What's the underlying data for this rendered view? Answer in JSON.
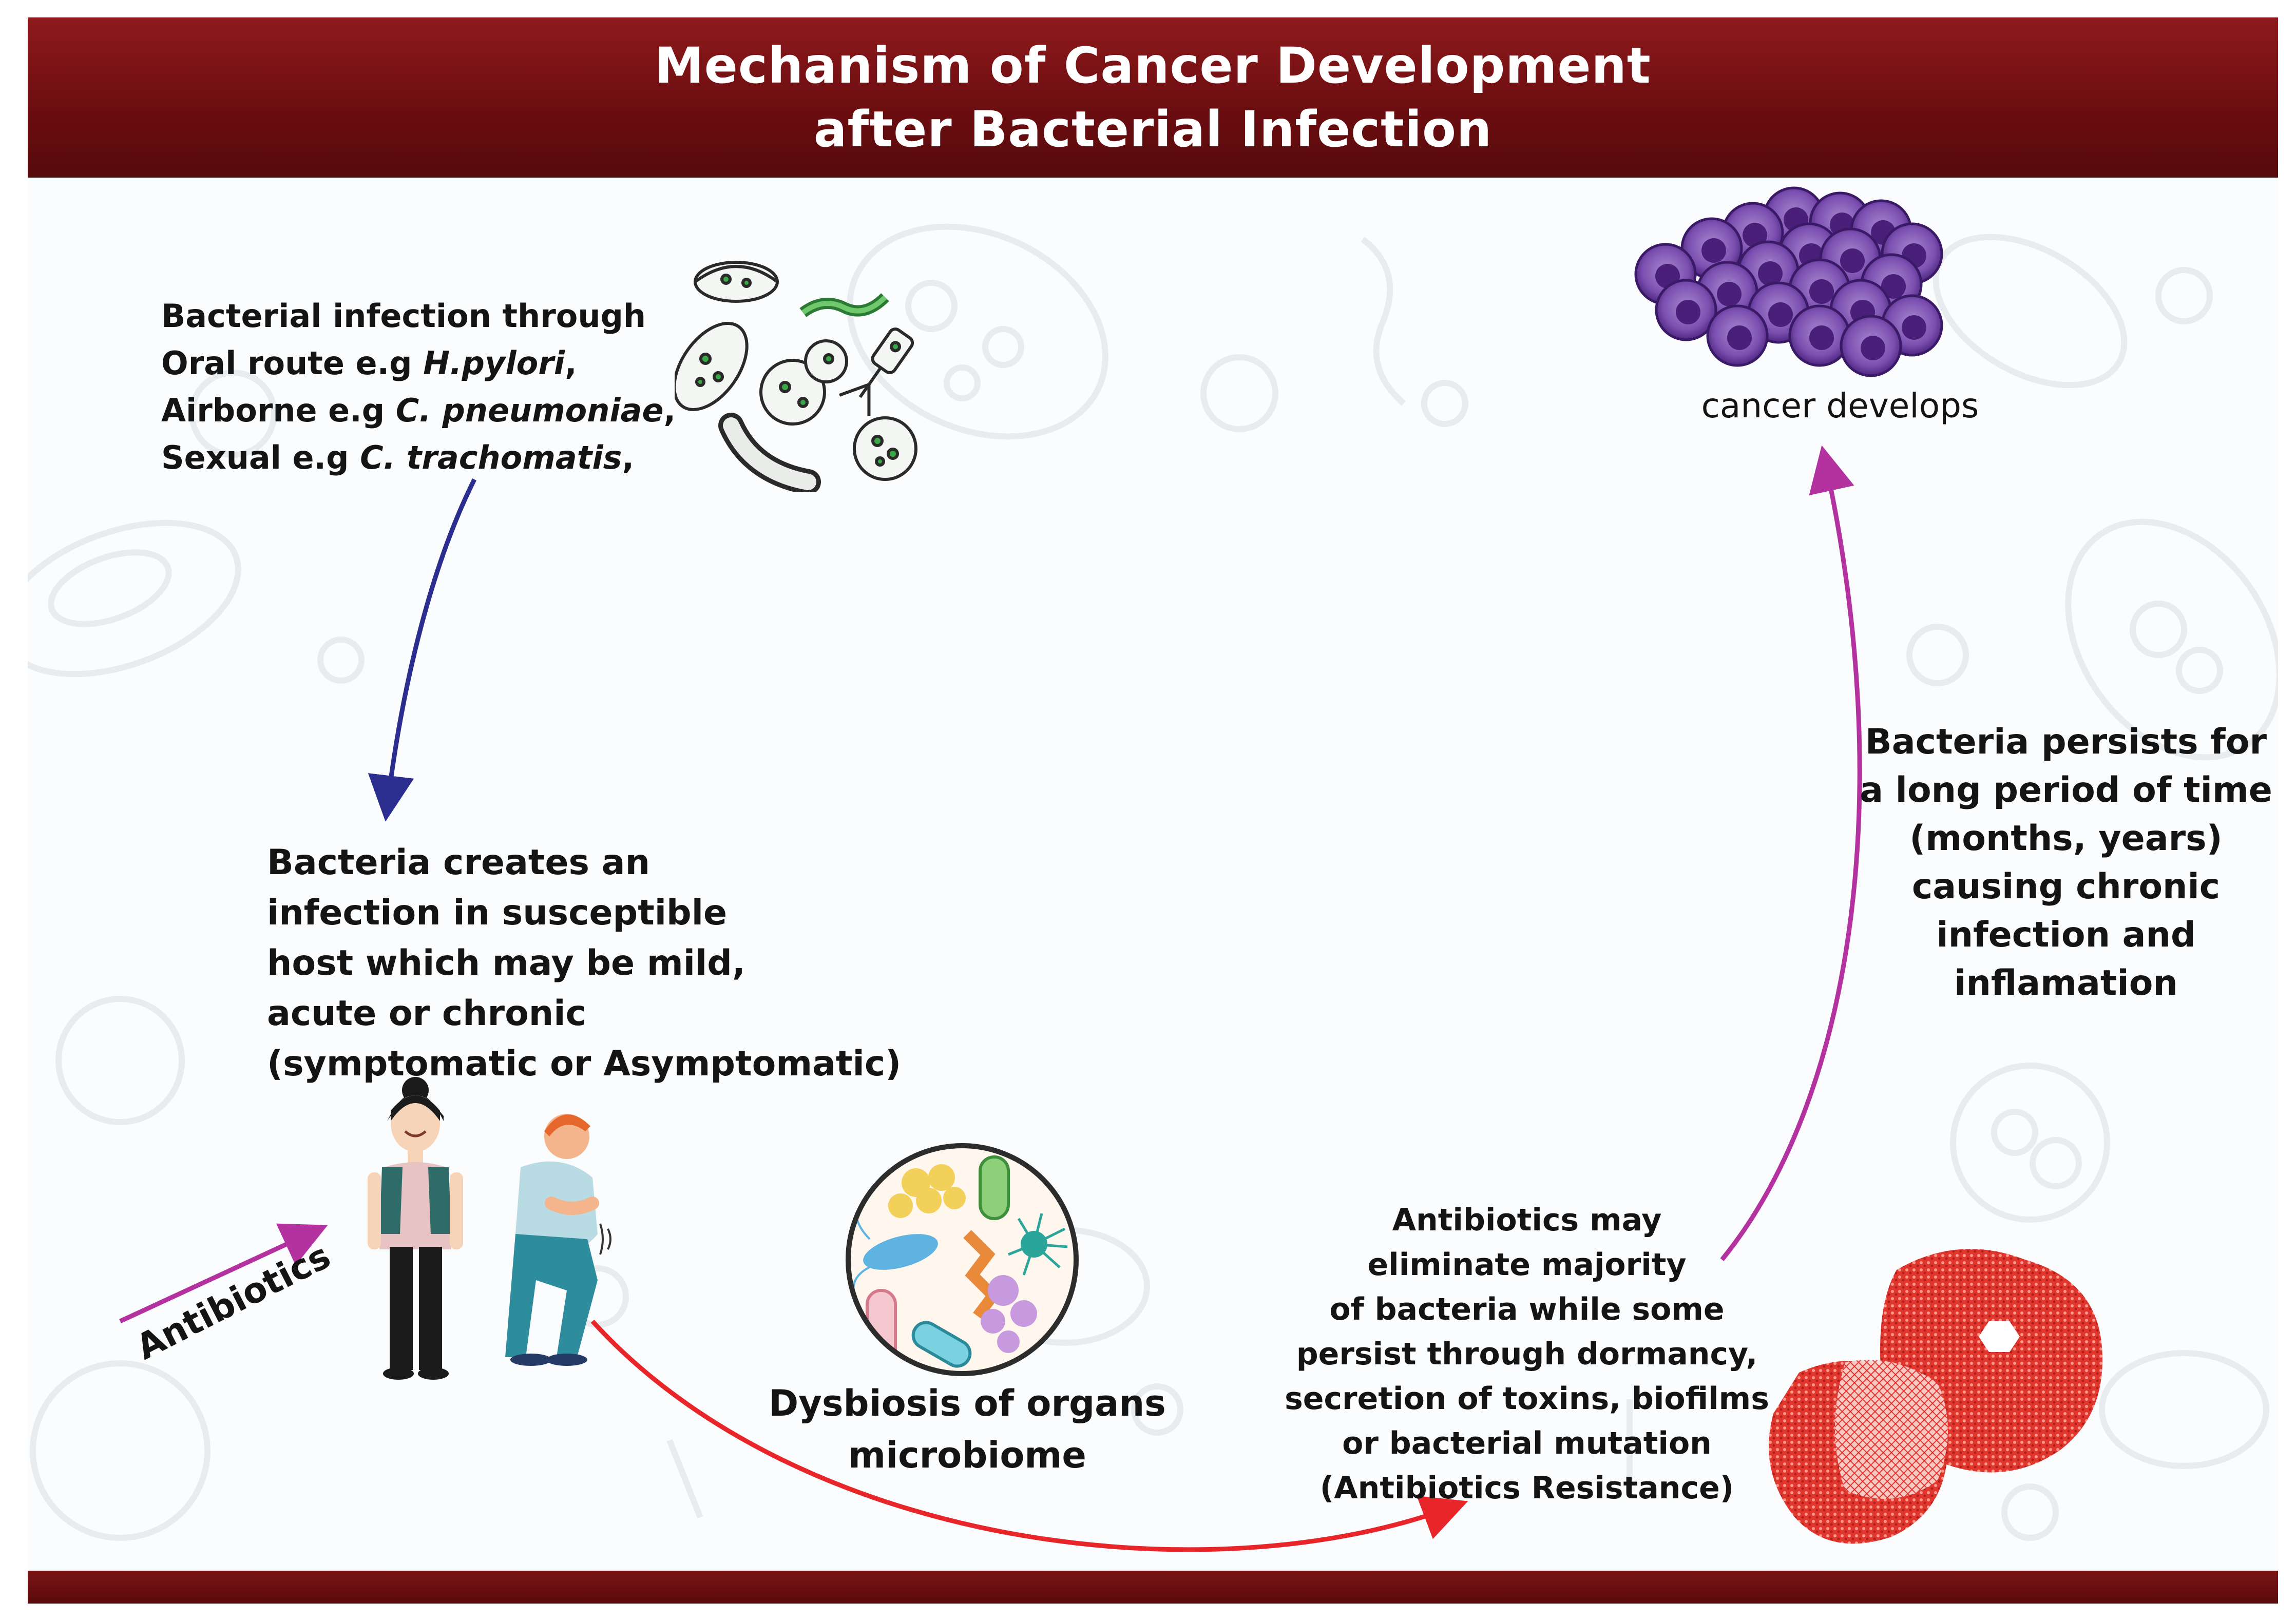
{
  "title": {
    "line1": "Mechanism of Cancer Development",
    "line2": "after Bacterial Infection"
  },
  "infection": {
    "line1": "Bacterial infection through",
    "line2_prefix": "Oral route e.g ",
    "line2_species": "H.pylori",
    "line2_suffix": ",",
    "line3_prefix": "Airborne e.g ",
    "line3_species": "C. pneumoniae",
    "line3_suffix": ",",
    "line4_prefix": "Sexual e.g ",
    "line4_species": "C. trachomatis",
    "line4_suffix": ","
  },
  "host": {
    "lines": [
      "Bacteria creates an",
      "infection in susceptible",
      "host which may be mild,",
      "acute or chronic",
      "(symptomatic or Asymptomatic)"
    ]
  },
  "antibiotics_label": "Antibiotics",
  "dysbiosis": {
    "lines": [
      "Dysbiosis of organs",
      "microbiome"
    ]
  },
  "resistance": {
    "lines": [
      "Antibiotics may",
      "eliminate majority",
      "of bacteria while some",
      "persist through dormancy,",
      "secretion of toxins, biofilms",
      "or bacterial mutation",
      "(Antibiotics Resistance)"
    ]
  },
  "persistence": {
    "lines": [
      "Bacteria persists for",
      "a long period of time",
      "(months, years)",
      "causing chronic",
      "infection and",
      "inflamation"
    ]
  },
  "cancer_label": "cancer develops",
  "colors": {
    "header": "#7a1214",
    "arrow_infection": "#2b2e8f",
    "arrow_dysbiosis": "#e8262a",
    "arrow_cancer": "#b3329f",
    "arrow_antibiotics": "#b3329f",
    "cancer_cell": "#6f3fa0",
    "resistant_bacteria": "#e0362e"
  },
  "icons": [
    "bacteria-cluster-icon",
    "woman-figure-icon",
    "sick-man-figure-icon",
    "microbiome-circle-icon",
    "cancer-cells-icon",
    "resistant-bacteria-icon"
  ]
}
